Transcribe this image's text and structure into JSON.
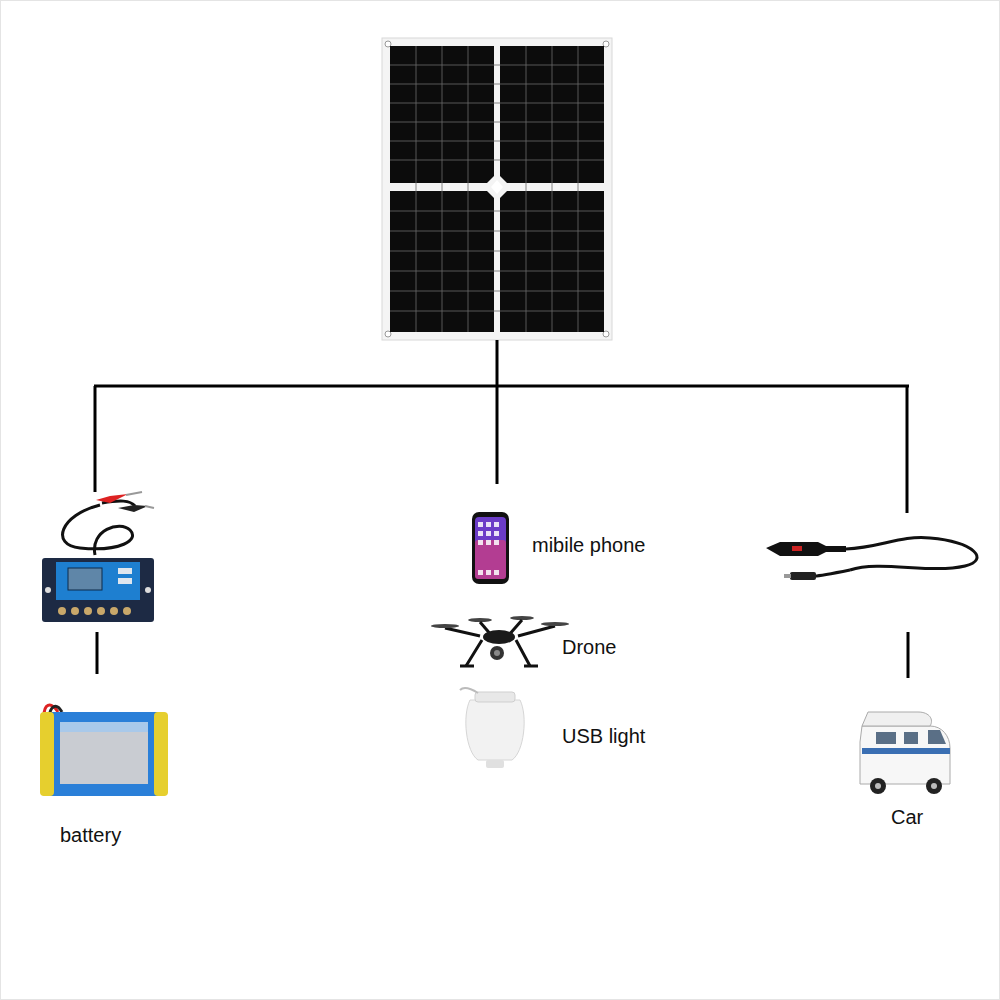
{
  "diagram": {
    "labels": [
      "mibile phone",
      "Drone",
      "USB light",
      "Car",
      "battery"
    ]
  }
}
